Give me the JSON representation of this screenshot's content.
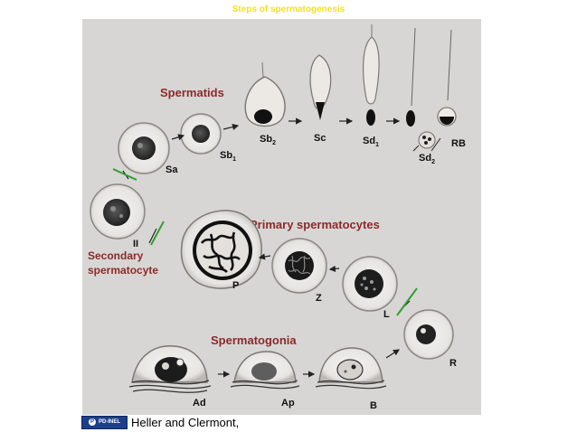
{
  "title": "Steps of spermatogenesis",
  "headings": {
    "spermatids": "Spermatids",
    "primary": "Primary spermatocytes",
    "secondary_line1": "Secondary",
    "secondary_line2": "spermatocyte",
    "spermatogonia": "Spermatogonia"
  },
  "stages": {
    "sa": "Sa",
    "sb1": "Sb",
    "sb1_sub": "1",
    "sb2": "Sb",
    "sb2_sub": "2",
    "sc": "Sc",
    "sd1": "Sd",
    "sd1_sub": "1",
    "sd2": "Sd",
    "sd2_sub": "2",
    "rb": "RB",
    "ii": "II",
    "p": "P",
    "z": "Z",
    "l": "L",
    "r": "R",
    "ad": "Ad",
    "ap": "Ap",
    "b": "B"
  },
  "footer": {
    "logo_text": "PD-INEL",
    "credit": "Heller and Clermont,"
  },
  "colors": {
    "title": "#f4e21a",
    "heading": "#8b2a2a",
    "division_marker": "#2fa02f"
  }
}
